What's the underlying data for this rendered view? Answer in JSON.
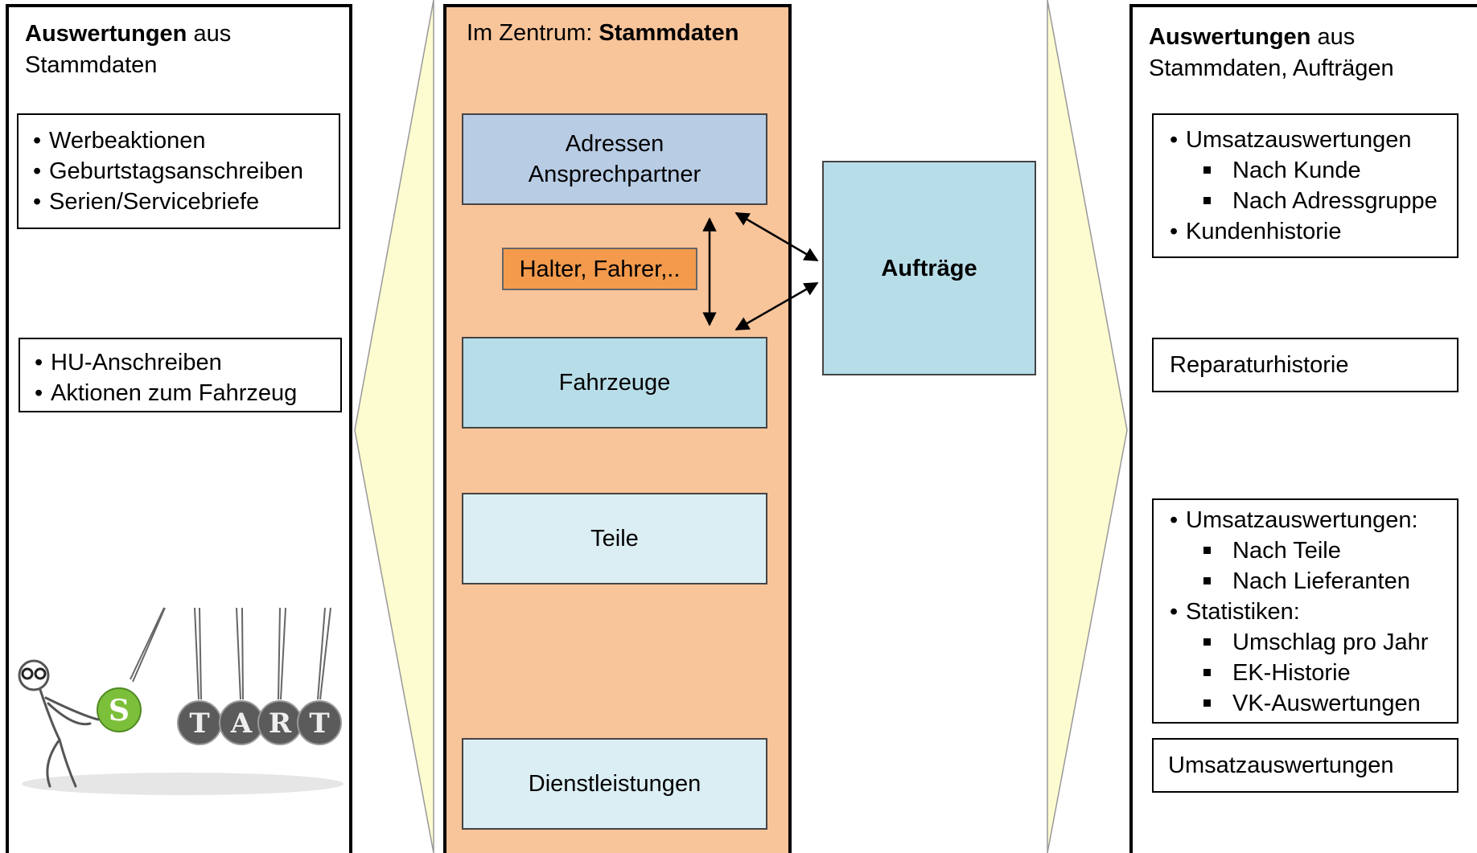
{
  "left_panel": {
    "title_bold": "Auswertungen",
    "title_rest": " aus",
    "title_line2": "Stammdaten",
    "box1": [
      "Werbeaktionen",
      "Geburtstagsanschreiben",
      "Serien/Servicebriefe"
    ],
    "box2": [
      "HU-Anschreiben",
      "Aktionen zum Fahrzeug"
    ],
    "start_text": "START"
  },
  "center_panel": {
    "title_prefix": "Im Zentrum: ",
    "title_bold": "Stammdaten",
    "adressen_line1": "Adressen",
    "adressen_line2": "Ansprechpartner",
    "halter": "Halter, Fahrer,..",
    "fahrzeuge": "Fahrzeuge",
    "teile": "Teile",
    "dienstleistungen": "Dienstleistungen"
  },
  "auftraege": "Aufträge",
  "right_panel": {
    "title_bold": "Auswertungen",
    "title_rest": " aus",
    "title_line2": "Stammdaten, Aufträgen",
    "box1": {
      "head1": "Umsatzauswertungen",
      "subs": [
        "Nach Kunde",
        "Nach Adressgruppe"
      ],
      "head2": "Kundenhistorie"
    },
    "box2": "Reparaturhistorie",
    "box3": {
      "head1": "Umsatzauswertungen:",
      "subs1": [
        "Nach Teile",
        "Nach Lieferanten"
      ],
      "head2": "Statistiken:",
      "subs2": [
        "Umschlag pro Jahr",
        "EK-Historie",
        "VK-Auswertungen"
      ]
    },
    "box4": "Umsatzauswertungen"
  },
  "colors": {
    "center_bg": "#f8c49a",
    "adressen": "#b8cce4",
    "halter": "#f39a4c",
    "fahrzeuge": "#b7dde8",
    "teile": "#dbeef4",
    "dienstleistungen": "#dbeef4",
    "auftraege": "#b7dde8",
    "big_arrow": "#fdfbd0"
  }
}
